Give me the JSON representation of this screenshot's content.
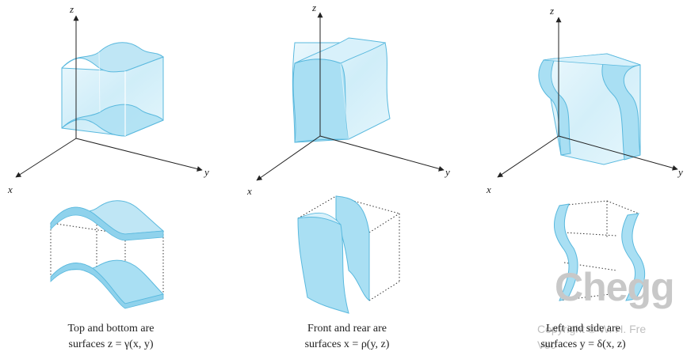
{
  "axes": {
    "x": "x",
    "y": "y",
    "z": "z"
  },
  "panels": [
    {
      "id": "top-bottom",
      "line1": "Top and bottom are",
      "line2": "surfaces z = γ(x, y)"
    },
    {
      "id": "front-rear",
      "line1": "Front and rear are",
      "line2": "surfaces x = ρ(y, z)"
    },
    {
      "id": "left-side",
      "line1": "Left and side are",
      "line2": "surfaces y = δ(x, z)"
    }
  ],
  "watermark": {
    "brand": "Chegg",
    "line1": "Copyright © W. H. Fre",
    "line2": "Vec"
  },
  "colors": {
    "surface_fill": "#bfe6f5",
    "surface_stroke": "#5ab9de",
    "axis": "#222222"
  }
}
